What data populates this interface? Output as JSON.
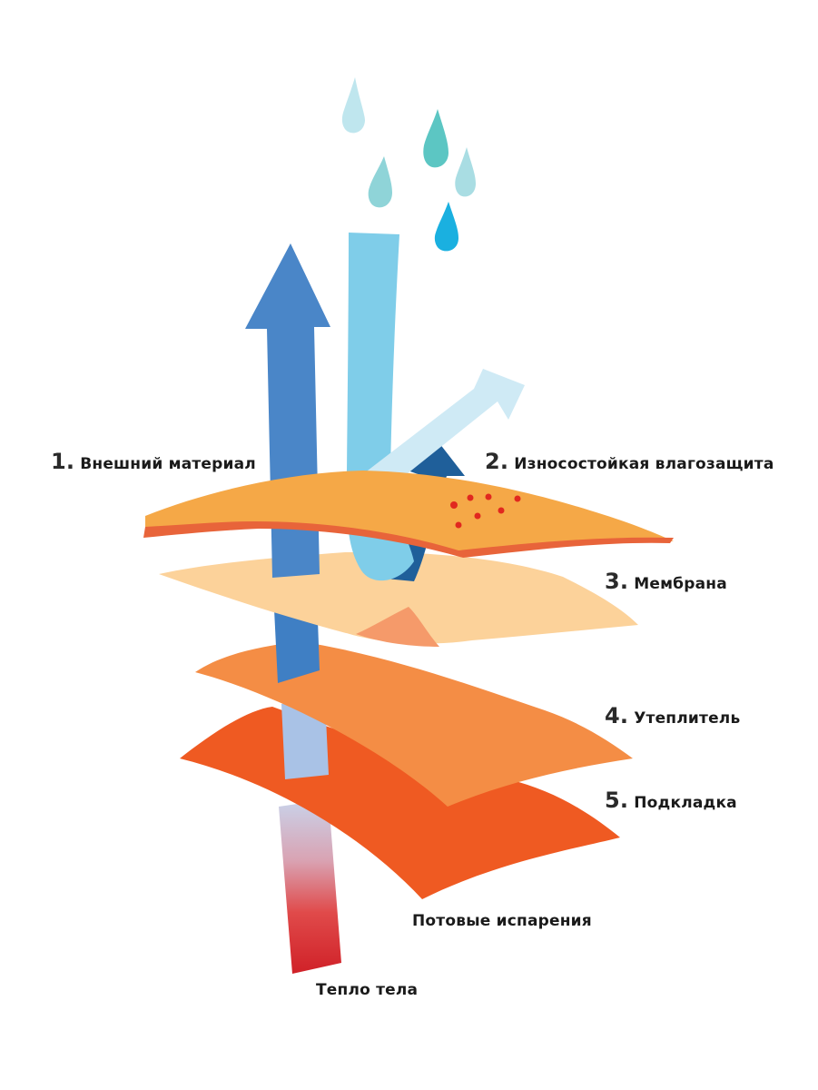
{
  "layers": [
    {
      "number": "1.",
      "label": "Внешний материал",
      "color": "#f5a847"
    },
    {
      "number": "2.",
      "label": "Износостойкая влагозащита",
      "color": "#f5a847"
    },
    {
      "number": "3.",
      "label": "Мембрана",
      "color": "#fcd29a"
    },
    {
      "number": "4.",
      "label": "Утеплитель",
      "color": "#f48d45"
    },
    {
      "number": "5.",
      "label": "Подкладка",
      "color": "#ef5a22"
    }
  ],
  "flows": {
    "sweat": "Потовые испарения",
    "heat": "Тепло тела"
  },
  "colors": {
    "vapor_arrow": "#4a86c8",
    "rain_stream": "#7fcde9",
    "deflect_arrow": "#cfeaf5",
    "return_arrow": "#1f5f9a",
    "heat_column": "#d4262b",
    "drops": [
      "#bfe6ee",
      "#5cc6c3",
      "#8fd4d8",
      "#a9dde3",
      "#1ab0e0"
    ]
  }
}
